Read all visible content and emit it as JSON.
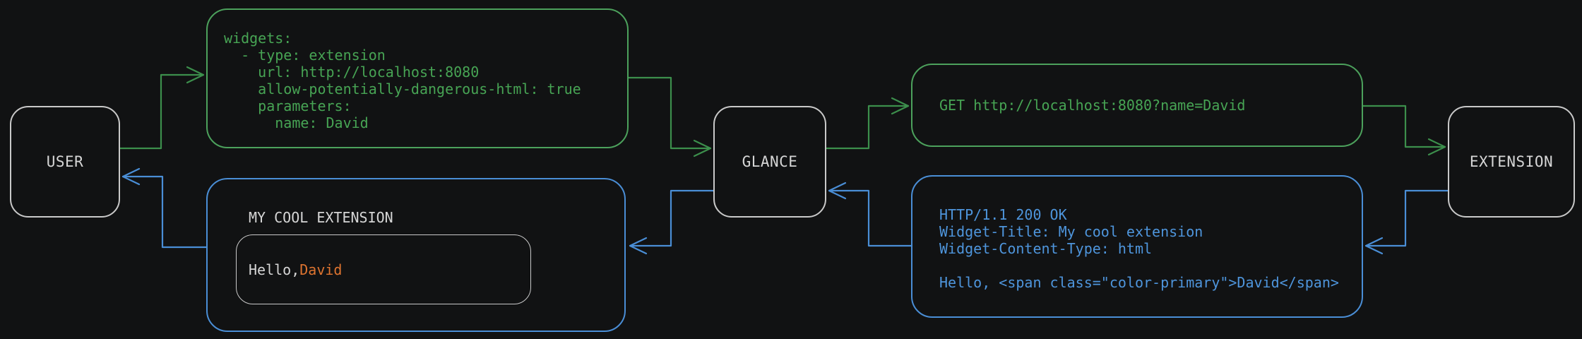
{
  "colors": {
    "bg": "#111213",
    "green_border": "#4ca15c",
    "green_text": "#47a454",
    "arrow_green": "#3c8f4c",
    "blue_border": "#4a8ed6",
    "blue_text": "#4e95dc",
    "arrow_blue": "#4a8ed6",
    "orange": "#de7430",
    "node_border": "#c9c9c9",
    "text_light": "#d6d6d6"
  },
  "nodes": {
    "user": {
      "label": "USER"
    },
    "glance": {
      "label": "GLANCE"
    },
    "extension": {
      "label": "EXTENSION"
    }
  },
  "config_box": {
    "code": "widgets:\n  - type: extension\n    url: http://localhost:8080\n    allow-potentially-dangerous-html: true\n    parameters:\n      name: David"
  },
  "request_box": {
    "text": "GET http://localhost:8080?name=David"
  },
  "response_box": {
    "code": "HTTP/1.1 200 OK\nWidget-Title: My cool extension\nWidget-Content-Type: html\n\nHello, <span class=\"color-primary\">David</span>"
  },
  "widget_preview": {
    "title": "MY COOL EXTENSION",
    "greeting_prefix": "Hello, ",
    "greeting_name": "David"
  }
}
